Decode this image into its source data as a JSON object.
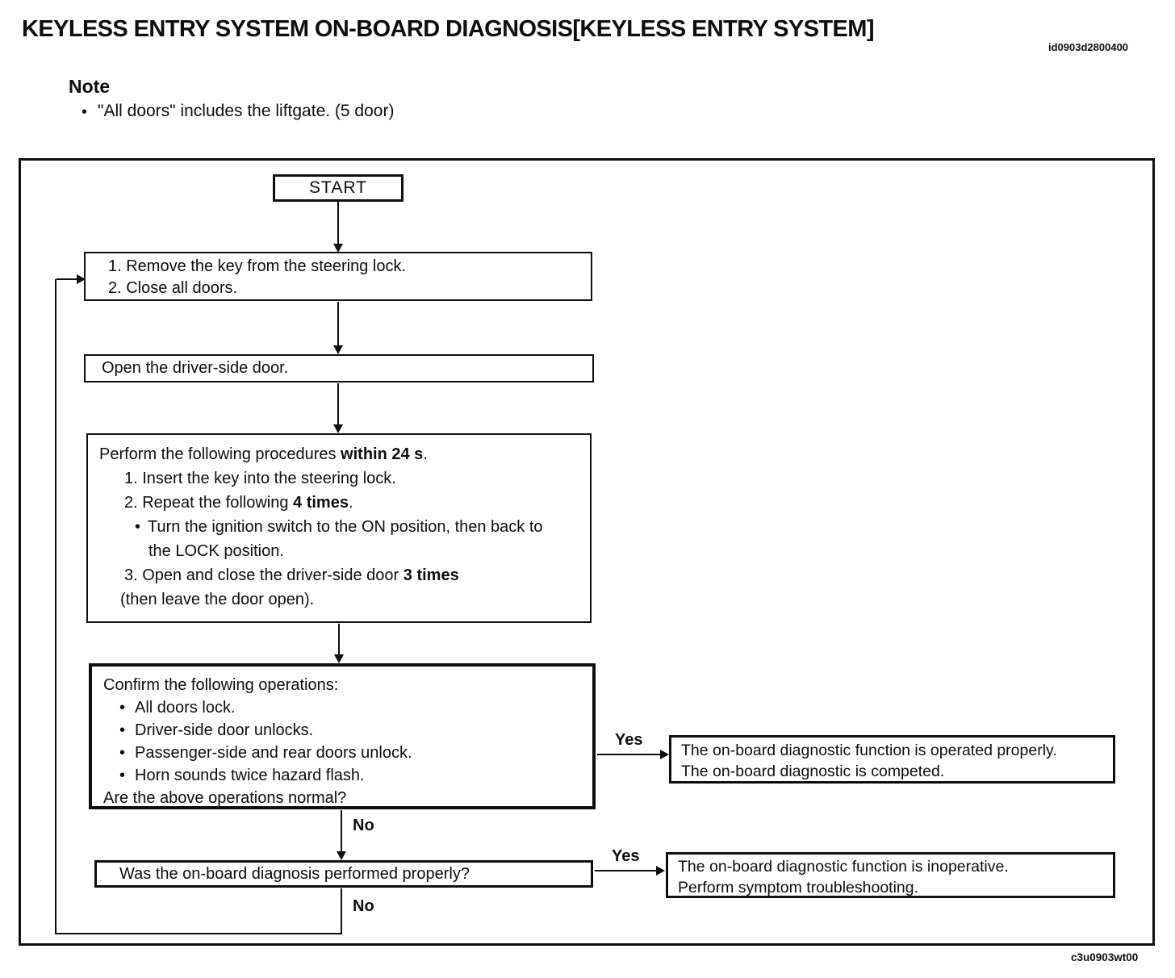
{
  "page": {
    "title": "KEYLESS ENTRY SYSTEM ON-BOARD DIAGNOSIS[KEYLESS ENTRY SYSTEM]",
    "doc_id": "id0903d2800400",
    "figure_id": "c3u0903wt00"
  },
  "note": {
    "heading": "Note",
    "bullet_text": "\"All doors\" includes the liftgate. (5 door)"
  },
  "glyphs": {
    "bullet": "•"
  },
  "colors": {
    "ink": "#0e0e0e",
    "paper": "#ffffff"
  },
  "flowchart": {
    "start_label": "START",
    "step1": {
      "line1": "1. Remove the key from the steering lock.",
      "line2": "2. Close all doors."
    },
    "step2": {
      "text": "Open the driver-side door."
    },
    "step3": {
      "intro_pre": "Perform the following procedures ",
      "intro_bold": "within 24 s",
      "intro_post": ".",
      "item1": "1. Insert the key into the steering lock.",
      "item2_pre": "2. Repeat the following ",
      "item2_bold": "4 times",
      "item2_post": ".",
      "sub_line1": "Turn the ignition switch to the ON position, then back to",
      "sub_line2": "the LOCK position.",
      "item3_pre": "3. Open and close the driver-side door ",
      "item3_bold": "3 times",
      "item3_cont": "(then leave the door open)."
    },
    "step4": {
      "intro": "Confirm the following operations:",
      "bullets": [
        "All doors lock.",
        "Driver-side door unlocks.",
        "Passenger-side and rear doors unlock.",
        "Horn sounds twice hazard flash."
      ],
      "question": "Are the above operations normal?"
    },
    "step5": {
      "text": "Was the on-board diagnosis performed properly?"
    },
    "result_ok": {
      "line1": "The on-board diagnostic function is operated properly.",
      "line2": "The on-board diagnostic is competed."
    },
    "result_ng": {
      "line1": "The on-board diagnostic function is inoperative.",
      "line2": "Perform symptom troubleshooting."
    },
    "labels": {
      "yes1": "Yes",
      "no1": "No",
      "yes2": "Yes",
      "no2": "No"
    }
  }
}
